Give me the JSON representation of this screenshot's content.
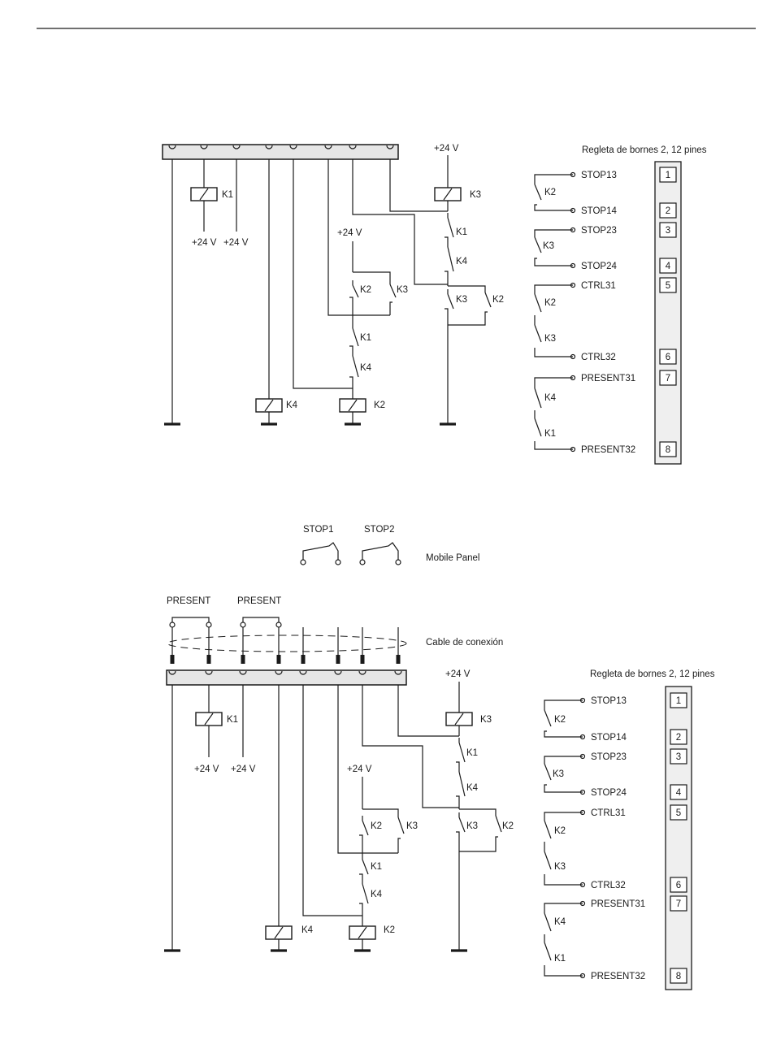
{
  "supply_label": "+24 V",
  "contacts": {
    "k1": "K1",
    "k2": "K2",
    "k3": "K3",
    "k4": "K4"
  },
  "terminal_strip": {
    "title": "Regleta de bornes 2, 12 pines",
    "terminals": [
      {
        "pin": "1",
        "label": "STOP13"
      },
      {
        "pin": "2",
        "label": "STOP14"
      },
      {
        "pin": "3",
        "label": "STOP23"
      },
      {
        "pin": "4",
        "label": "STOP24"
      },
      {
        "pin": "5",
        "label": "CTRL31"
      },
      {
        "pin": "6",
        "label": "CTRL32"
      },
      {
        "pin": "7",
        "label": "PRESENT31"
      },
      {
        "pin": "8",
        "label": "PRESENT32"
      }
    ]
  },
  "lower_diagram": {
    "stop1": "STOP1",
    "stop2": "STOP2",
    "mobile_panel": "Mobile Panel",
    "present": "PRESENT",
    "cable": "Cable de conexión"
  }
}
